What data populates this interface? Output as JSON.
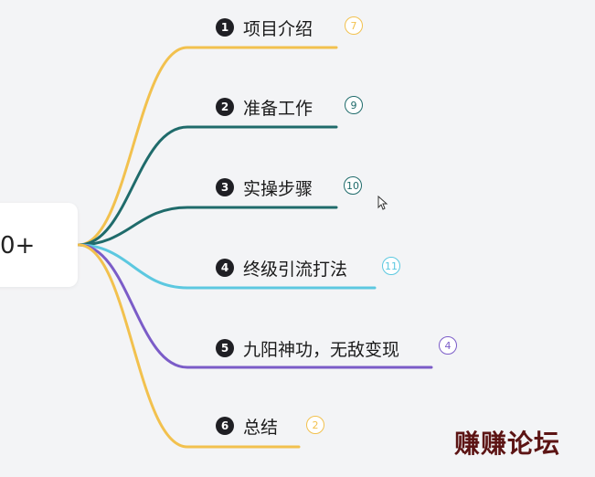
{
  "root": {
    "label": "0+"
  },
  "branches": [
    {
      "number": "1",
      "label": "项目介绍",
      "count": "7",
      "color": "#f2c14e"
    },
    {
      "number": "2",
      "label": "准备工作",
      "count": "9",
      "color": "#1f6b6b"
    },
    {
      "number": "3",
      "label": "实操步骤",
      "count": "10",
      "color": "#1f6b6b"
    },
    {
      "number": "4",
      "label": "终级引流打法",
      "count": "11",
      "color": "#5cc8e0"
    },
    {
      "number": "5",
      "label": "九阳神功，无敌变现",
      "count": "4",
      "color": "#7b5cc8"
    },
    {
      "number": "6",
      "label": "总结",
      "count": "2",
      "color": "#f2c14e"
    }
  ],
  "watermark": "赚赚论坛",
  "icons": {
    "cursor": "mouse-pointer-icon"
  }
}
